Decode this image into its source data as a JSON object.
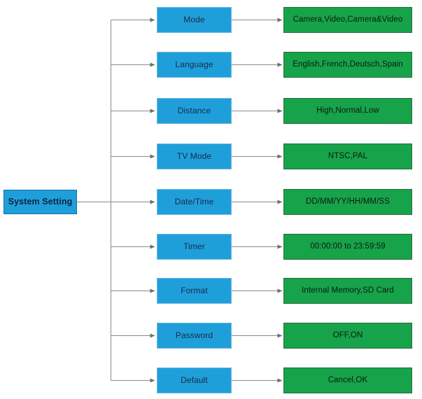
{
  "diagram": {
    "title": "System Setting menu tree",
    "type": "tree-flowchart",
    "colors": {
      "menu_box_fill": "#1f9fda",
      "menu_box_border": "#6fb9dd",
      "root_box_fill": "#1f9fda",
      "root_box_border": "#1a6fa0",
      "value_box_fill": "#17a34a",
      "value_box_border": "#2c6b3f",
      "connector": "#808080",
      "background": "#ffffff"
    },
    "root": {
      "label": "System Setting"
    },
    "rows": [
      {
        "menu": "Mode",
        "value": "Camera,Video,Camera&Video"
      },
      {
        "menu": "Language",
        "value": "English,French,Deutsch,Spain"
      },
      {
        "menu": "Distance",
        "value": "High,Normal,Low"
      },
      {
        "menu": "TV Mode",
        "value": "NTSC,PAL"
      },
      {
        "menu": "Date/Time",
        "value": "DD/MM/YY/HH/MM/SS"
      },
      {
        "menu": "Timer",
        "value": "00:00:00 to 23:59:59"
      },
      {
        "menu": "Format",
        "value": "Internal Memory,SD Card"
      },
      {
        "menu": "Password",
        "value": "OFF,ON"
      },
      {
        "menu": "Default",
        "value": "Cancel,OK"
      }
    ]
  }
}
